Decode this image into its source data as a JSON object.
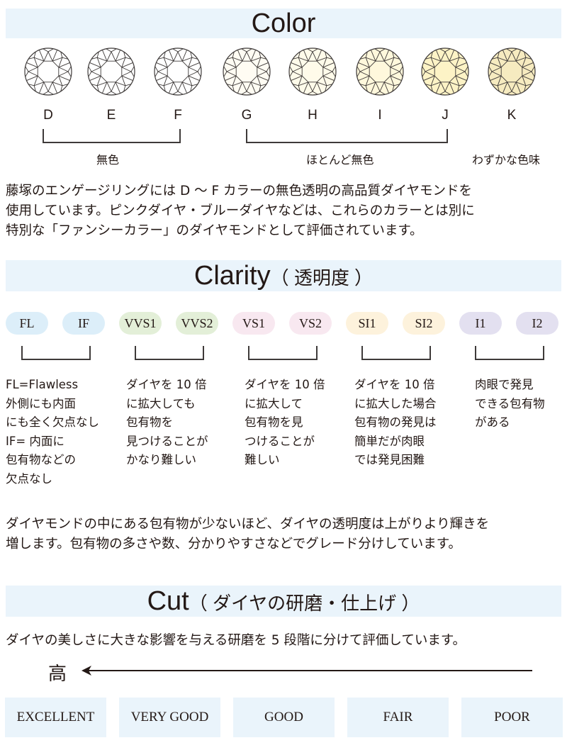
{
  "color": {
    "title": "Color",
    "grades": [
      {
        "letter": "D",
        "fill": "#ffffff"
      },
      {
        "letter": "E",
        "fill": "#ffffff"
      },
      {
        "letter": "F",
        "fill": "#ffffff"
      },
      {
        "letter": "G",
        "fill": "#fffcf3"
      },
      {
        "letter": "H",
        "fill": "#fffbea"
      },
      {
        "letter": "I",
        "fill": "#fff8dc"
      },
      {
        "letter": "J",
        "fill": "#fdf3c6"
      },
      {
        "letter": "K",
        "fill": "#f6ebc0"
      }
    ],
    "groups": [
      "無色",
      "ほとんど無色",
      "わずかな色味"
    ],
    "paragraph": [
      "藤塚のエンゲージリングには D 〜 F カラーの無色透明の高品質ダイヤモンドを",
      "使用しています。ピンクダイヤ・ブルーダイヤなどは、これらのカラーとは別に",
      "特別な「ファンシーカラー」のダイヤモンドとして評価されています。"
    ]
  },
  "clarity": {
    "title": "Clarity",
    "subtitle": "（ 透明度 ）",
    "grades": [
      {
        "label": "FL",
        "color": "#dceef9"
      },
      {
        "label": "IF",
        "color": "#dceef9"
      },
      {
        "label": "VVS1",
        "color": "#e3efd8"
      },
      {
        "label": "VVS2",
        "color": "#e3efd8"
      },
      {
        "label": "VS1",
        "color": "#f8e8f0"
      },
      {
        "label": "VS2",
        "color": "#f8e8f0"
      },
      {
        "label": "SI1",
        "color": "#fdf2dc"
      },
      {
        "label": "SI2",
        "color": "#fdf2dc"
      },
      {
        "label": "I1",
        "color": "#e3e0f0"
      },
      {
        "label": "I2",
        "color": "#e3e0f0"
      }
    ],
    "descriptions": [
      [
        "FL=Flawless",
        "外側にも内面",
        "にも全く欠点なし",
        "IF= 内面に",
        "包有物などの",
        "欠点なし"
      ],
      [
        "ダイヤを 10 倍",
        "に拡大しても",
        "包有物を",
        "見つけることが",
        "かなり難しい"
      ],
      [
        "ダイヤを 10 倍",
        "に拡大して",
        "包有物を見",
        "つけることが",
        "難しい"
      ],
      [
        "ダイヤを 10 倍",
        "に拡大した場合",
        "包有物の発見は",
        "簡単だが肉眼",
        "では発見困難"
      ],
      [
        "肉眼で発見",
        "できる包有物",
        "がある"
      ]
    ],
    "paragraph": [
      "ダイヤモンドの中にある包有物が少ないほど、ダイヤの透明度は上がりより輝きを",
      "増します。包有物の多さや数、分かりやすさなどでグレード分けしています。"
    ]
  },
  "cut": {
    "title": "Cut",
    "subtitle": "（ ダイヤの研磨・仕上げ ）",
    "paragraph": "ダイヤの美しさに大きな影響を与える研磨を 5 段階に分けて評価しています。",
    "high_label": "高",
    "grades": [
      "EXCELLENT",
      "VERY GOOD",
      "GOOD",
      "FAIR",
      "POOR"
    ]
  }
}
